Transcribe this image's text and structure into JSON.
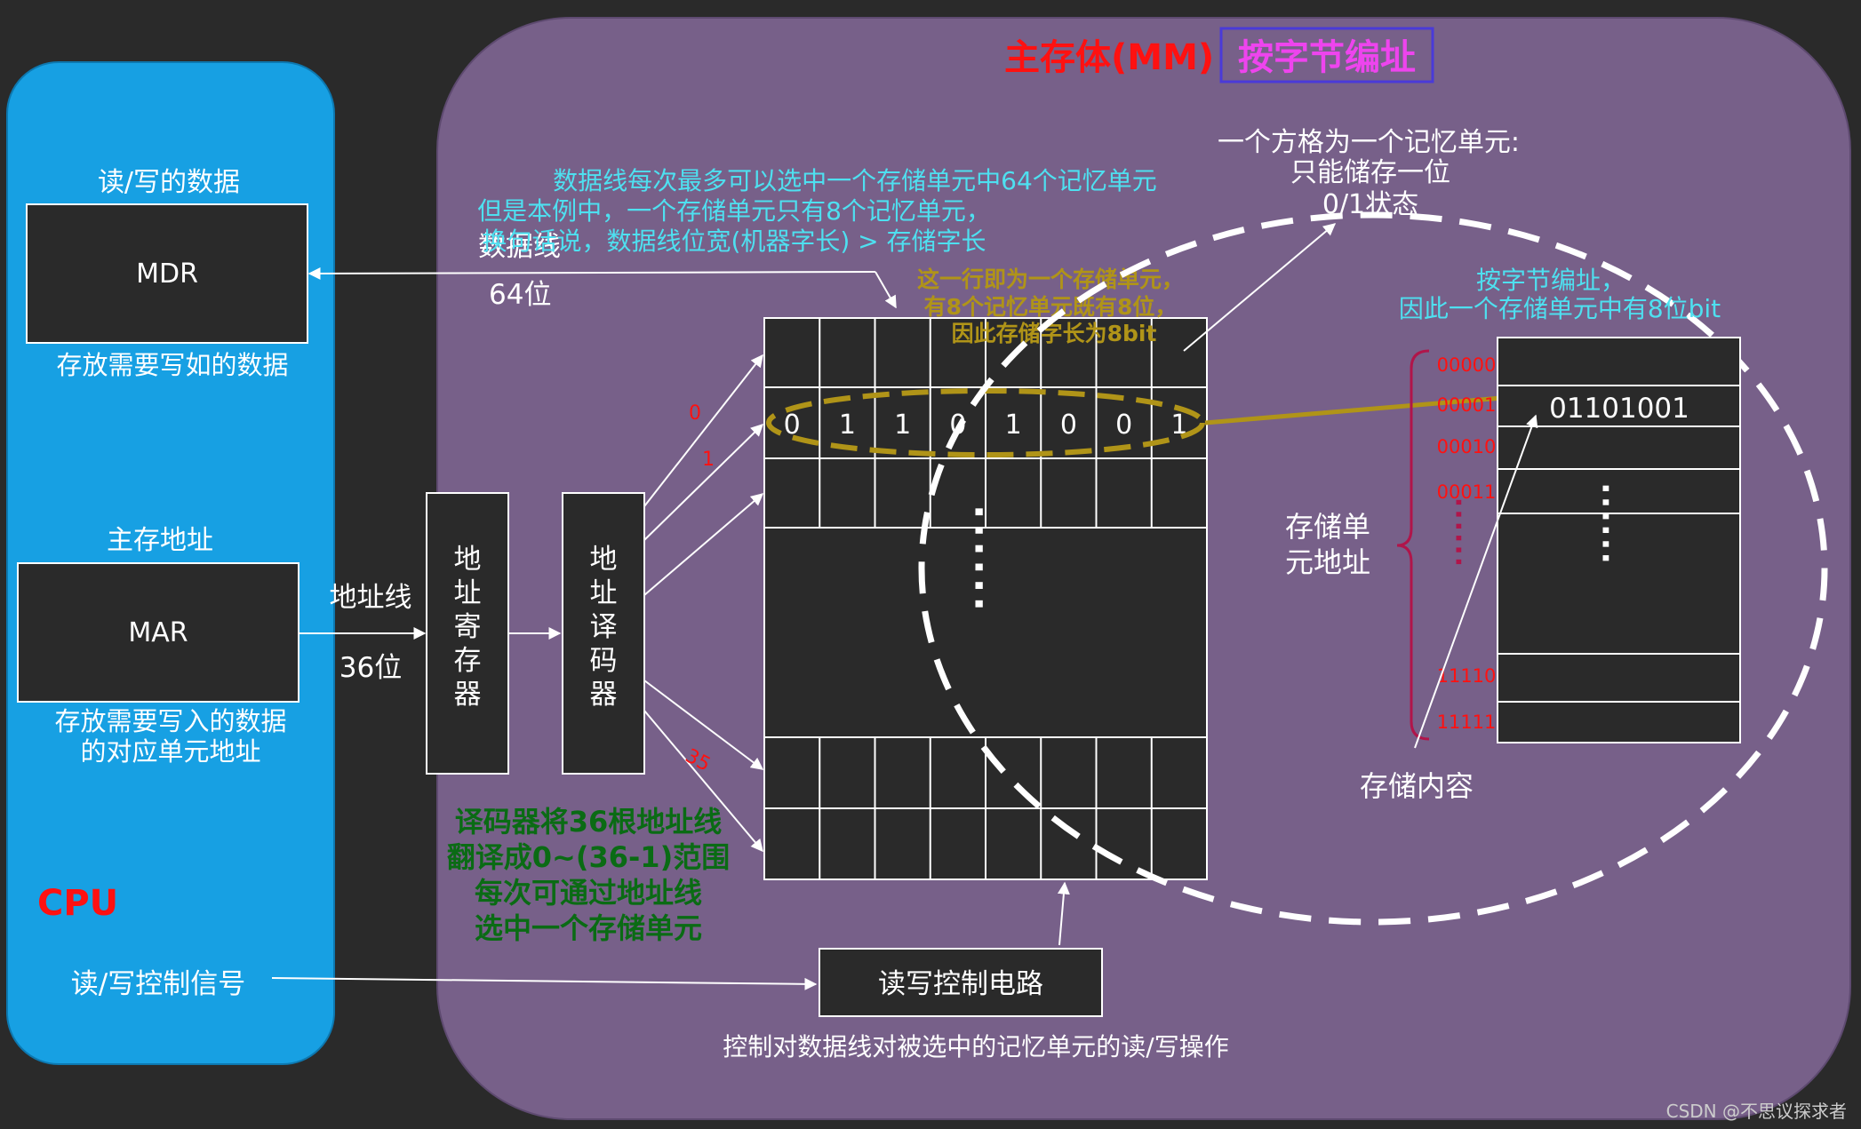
{
  "cpu": {
    "label": "CPU",
    "mdr_caption": "读/写的数据",
    "mdr_label": "MDR",
    "mdr_note": "存放需要写如的数据",
    "mar_caption": "主存地址",
    "mar_label": "MAR",
    "mar_note_lines": [
      "存放需要写入的数据",
      "的对应单元地址"
    ],
    "rw_signal": "读/写控制信号"
  },
  "mm": {
    "title": "主存体(MM)",
    "addressing_badge": "按字节编址",
    "data_bus_label": "数据线",
    "data_bus_width": "64位",
    "addr_bus_label": "地址线",
    "addr_bus_width": "36位",
    "addr_register": "地址寄存器",
    "addr_decoder": "地址译码器",
    "data_bus_note_lines": [
      "数据线每次最多可以选中一个存储单元中64个记忆单元",
      "但是本例中，一个存储单元只有8个记忆单元，",
      "换句话说，数据线位宽(机器字长) > 存储字长"
    ],
    "row_note_lines": [
      "这一行即为一个存储单元，",
      "有8个记忆单元既有8位，",
      "因此存储字长为8bit"
    ],
    "cell_note_lines": [
      "一个方格为一个记忆单元:",
      "只能储存一位",
      "0/1状态"
    ],
    "decoder_lines": [
      "0",
      "1",
      "35"
    ],
    "row_bits": [
      "0",
      "1",
      "1",
      "0",
      "1",
      "0",
      "0",
      "1"
    ],
    "ellipsis": "......",
    "decoder_note_lines": [
      "译码器将36根地址线",
      "翻译成0~(36-1)范围",
      "每次可通过地址线",
      "选中一个存储单元"
    ],
    "rw_circuit": "读写控制电路",
    "rw_circuit_note": "控制对数据线对被选中的记忆单元的读/写操作"
  },
  "zoom": {
    "note_lines": [
      "按字节编址，",
      "因此一个存储单元中有8位bit"
    ],
    "addresses": [
      "00000",
      "00001",
      "00010",
      "00011",
      "11110",
      "11111"
    ],
    "content_value": "01101001",
    "ellipsis": "......",
    "address_label_lines": [
      "存储单",
      "元地址"
    ],
    "content_label": "存储内容"
  },
  "watermark": "CSDN @不思议探求者",
  "colors": {
    "background": "#2a2a2a",
    "cpu_blue": "#17a0e3",
    "mm_purple": "#776089",
    "red": "#ff1111",
    "magenta": "#ee44ee",
    "badge_border": "#4a3ad8",
    "cyan": "#4ee0f0",
    "olive": "#b09418",
    "green": "#0a6b14",
    "crimson": "#b0154a"
  }
}
